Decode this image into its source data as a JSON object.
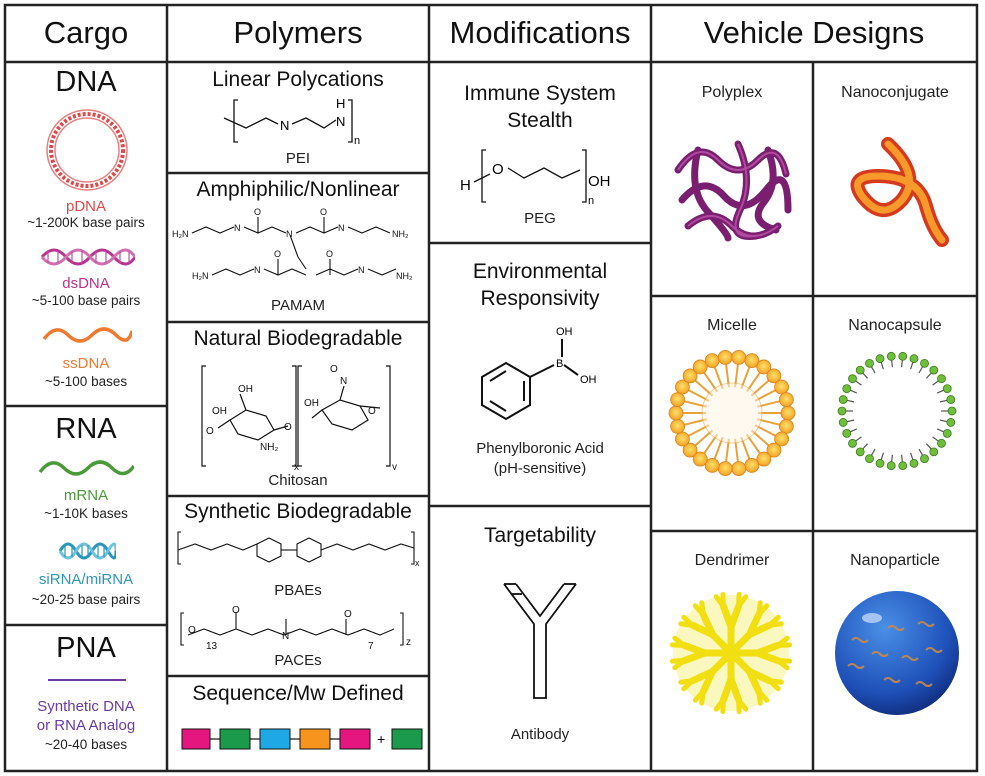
{
  "headers": {
    "cargo": "Cargo",
    "polymers": "Polymers",
    "modifications": "Modifications",
    "vehicles": "Vehicle Designs"
  },
  "cargo": {
    "dna": {
      "title": "DNA",
      "pdna": {
        "name": "pDNA",
        "desc": "~1-200K base pairs"
      },
      "dsdna": {
        "name": "dsDNA",
        "desc": "~5-100 base pairs"
      },
      "ssdna": {
        "name": "ssDNA",
        "desc": "~5-100 bases"
      }
    },
    "rna": {
      "title": "RNA",
      "mrna": {
        "name": "mRNA",
        "desc": "~1-10K bases"
      },
      "sirna": {
        "name": "siRNA/miRNA",
        "desc": "~20-25 base pairs"
      }
    },
    "pna": {
      "title": "PNA",
      "name1": "Synthetic DNA",
      "name2": "or RNA Analog",
      "desc": "~20-40 bases"
    }
  },
  "polymers": {
    "linear": {
      "title": "Linear Polycations",
      "label": "PEI"
    },
    "amphiphilic": {
      "title": "Amphiphilic/Nonlinear",
      "label": "PAMAM"
    },
    "natural": {
      "title": "Natural Biodegradable",
      "label": "Chitosan"
    },
    "synthetic": {
      "title": "Synthetic Biodegradable",
      "label1": "PBAEs",
      "label2": "PACEs"
    },
    "sequence": {
      "title": "Sequence/Mw Defined",
      "plus": "+"
    }
  },
  "modifications": {
    "stealth": {
      "title1": "Immune System",
      "title2": "Stealth",
      "label": "PEG"
    },
    "env": {
      "title1": "Environmental",
      "title2": "Responsivity",
      "label1": "Phenylboronic Acid",
      "label2": "(pH-sensitive)"
    },
    "target": {
      "title": "Targetability",
      "label": "Antibody"
    }
  },
  "vehicles": {
    "polyplex": "Polyplex",
    "nanoconjugate": "Nanoconjugate",
    "micelle": "Micelle",
    "nanocapsule": "Nanocapsule",
    "dendrimer": "Dendrimer",
    "nanoparticle": "Nanoparticle"
  },
  "chem": {
    "h": "H",
    "n": "N",
    "o": "O",
    "oh": "OH",
    "nh2": "NH₂",
    "h2n": "H₂N",
    "b": "B",
    "sub_n": "n",
    "sub_x": "x",
    "sub_y": "y",
    "sub_z": "z",
    "sub_13": "13",
    "sub_7": "7"
  },
  "colors": {
    "pdna": "#d94b4b",
    "dsdna": "#b8348f",
    "ssdna": "#ef7a30",
    "mrna": "#4a9a3a",
    "sirna": "#2b97b8",
    "pna": "#6b3aa3",
    "seq": [
      "#e5177e",
      "#1a9a4a",
      "#1ea9e6",
      "#f7941d",
      "#e5177e",
      "#1a9a4a"
    ]
  }
}
